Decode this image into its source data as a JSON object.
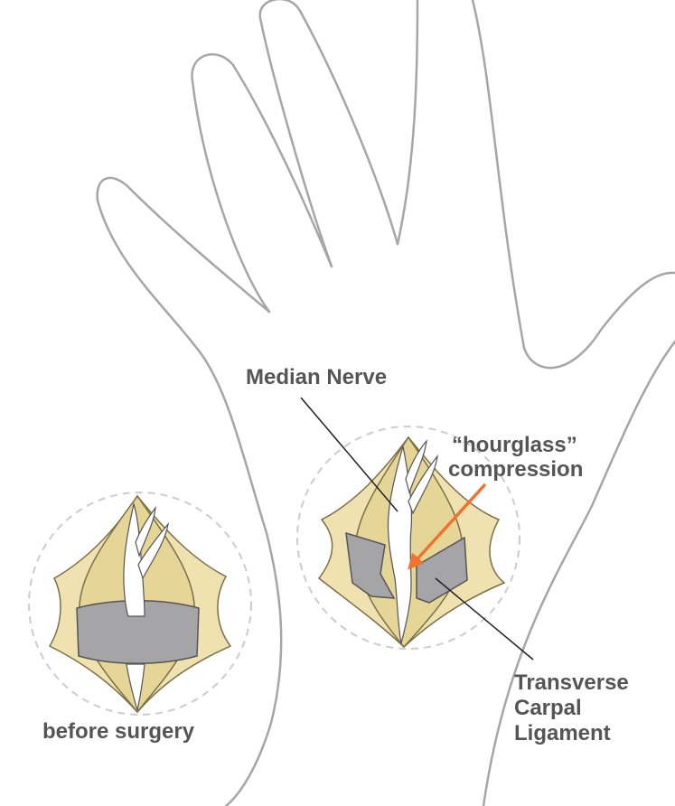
{
  "labels": {
    "median_nerve": "Median Nerve",
    "hourglass_line1": "“hourglass”",
    "hourglass_line2": "compression",
    "ligament_line1": "Transverse",
    "ligament_line2": "Carpal",
    "ligament_line3": "Ligament",
    "before_surgery": "before surgery"
  },
  "colors": {
    "hand_outline": "#a6a6a6",
    "tissue_outer": "#efe2b0",
    "tissue_inner": "#e5d597",
    "tissue_stroke": "#7a7048",
    "ligament_fill": "#a5a5a7",
    "ligament_stroke": "#555555",
    "nerve_fill": "#ffffff",
    "circle_dashed": "#cccccc",
    "label_text": "#555555",
    "arrow_orange": "#f0722e",
    "leader_line": "#222222"
  }
}
